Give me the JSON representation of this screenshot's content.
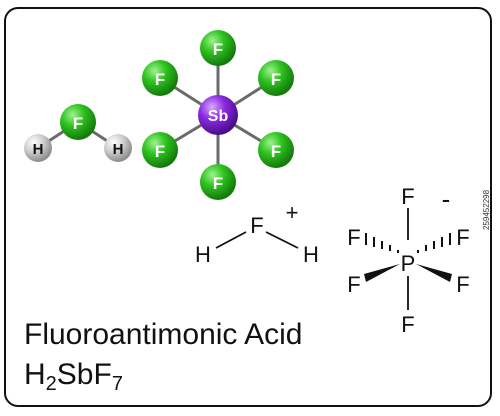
{
  "hf_molecule": {
    "center": "F",
    "ligands": [
      "H",
      "H"
    ]
  },
  "sbf6_molecule": {
    "center": "Sb",
    "ligands": [
      "F",
      "F",
      "F",
      "F",
      "F",
      "F"
    ]
  },
  "h2f_cation": {
    "atoms": [
      "H",
      "F",
      "H"
    ],
    "charge": "+"
  },
  "pf6_anion": {
    "center": "P",
    "ligands": [
      "F",
      "F",
      "F",
      "F",
      "F",
      "F"
    ],
    "charge": "-"
  },
  "compound": {
    "name": "Fluoroantimonic Acid",
    "formula_parts": [
      "H",
      "2",
      "SbF",
      "7"
    ]
  },
  "stock_id": "259452298",
  "colors": {
    "fluorine": "#22b21a",
    "hydrogen": "#bdbdbd",
    "antimony": "#7a1fd6",
    "bond": "#6b6b6b",
    "text": "#111111"
  }
}
